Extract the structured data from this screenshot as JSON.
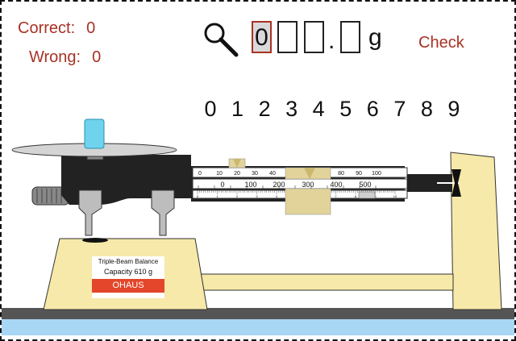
{
  "score": {
    "correct_label": "Correct:",
    "correct_value": "0",
    "wrong_label": "Wrong:",
    "wrong_value": "0"
  },
  "answer": {
    "digits": [
      "0",
      "",
      "",
      ""
    ],
    "decimal_point": ".",
    "unit": "g",
    "check_label": "Check"
  },
  "digit_buttons": [
    "0",
    "1",
    "2",
    "3",
    "4",
    "5",
    "6",
    "7",
    "8",
    "9"
  ],
  "balance": {
    "label_line1": "Triple-Beam Balance",
    "label_line2": "Capacity 610 g",
    "brand": "OHAUS",
    "beam_top_labels": [
      "0",
      "10",
      "20",
      "30",
      "40",
      "80",
      "90",
      "100"
    ],
    "beam_mid_labels": [
      "0",
      "100",
      "200",
      "300",
      "400",
      "500"
    ],
    "beam_bottom_labels": [
      "0",
      "1",
      "2",
      "3",
      "4",
      "5",
      "6",
      "7",
      "8",
      "9",
      "10"
    ]
  },
  "colors": {
    "accent": "#a83224",
    "brand_red": "#e3462a",
    "base_yellow": "#f6e9a9",
    "rider_tan": "#e2d39a",
    "beaker_blue": "#6fd3ee"
  },
  "icons": {
    "zoom": "magnifier-icon"
  }
}
